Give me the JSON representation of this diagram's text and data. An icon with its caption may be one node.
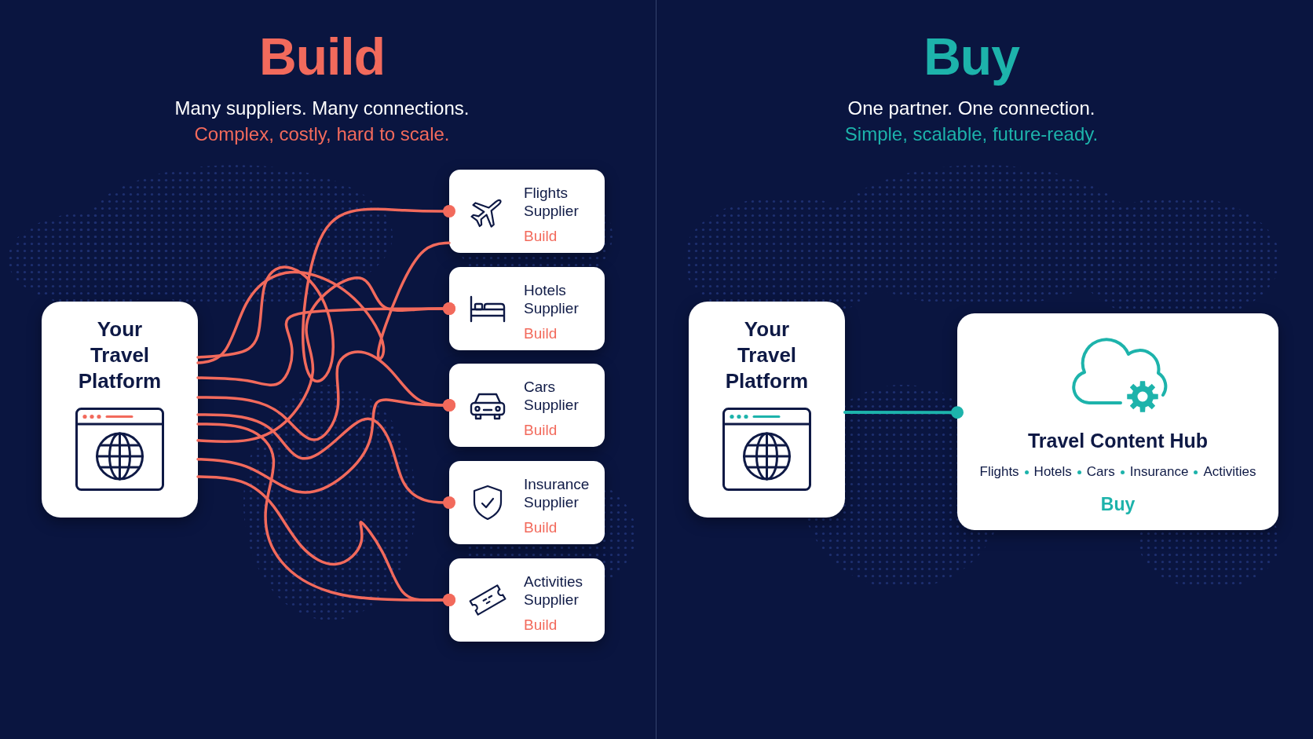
{
  "diagram": {
    "nodes": [
      {
        "text": [
          "Your Travel Platform"
        ]
      },
      {
        "text": [
          "Flights Supplier",
          "Build"
        ]
      },
      {
        "text": [
          "Hotels Supplier",
          "Build"
        ]
      },
      {
        "text": [
          "Cars Supplier",
          "Build"
        ]
      },
      {
        "text": [
          "Insurance Supplier",
          "Build"
        ]
      },
      {
        "text": [
          "Activities Supplier",
          "Build"
        ]
      },
      {
        "text": [
          "Your Travel Platform"
        ]
      },
      {
        "text": [
          "Travel Content Hub",
          "Flights",
          "Hotels",
          "Cars",
          "Insurance",
          "Activities",
          "Buy"
        ]
      }
    ],
    "edges": [
      {
        "from": 0,
        "to": 1,
        "arrow": "other"
      },
      {
        "from": 0,
        "to": 1,
        "arrow": "none"
      },
      {
        "from": 0,
        "to": 2,
        "arrow": "other"
      },
      {
        "from": 0,
        "to": 3,
        "arrow": "other"
      },
      {
        "from": 0,
        "to": 4,
        "arrow": "other"
      },
      {
        "from": 0,
        "to": 5,
        "arrow": "other"
      },
      {
        "from": 0,
        "to": 2,
        "arrow": "other"
      },
      {
        "from": 0,
        "to": 3,
        "arrow": "other"
      },
      {
        "from": 0,
        "to": 5,
        "arrow": "other"
      },
      {
        "from": 6,
        "to": 7,
        "arrow": "other",
        "color": "#1db3ab"
      }
    ],
    "labels": [
      "Build",
      "Many suppliers. Many connections.",
      "Complex, costly, hard to scale.",
      "Buy",
      "One partner. One connection.",
      "Simple, scalable, future-ready."
    ]
  }
}
